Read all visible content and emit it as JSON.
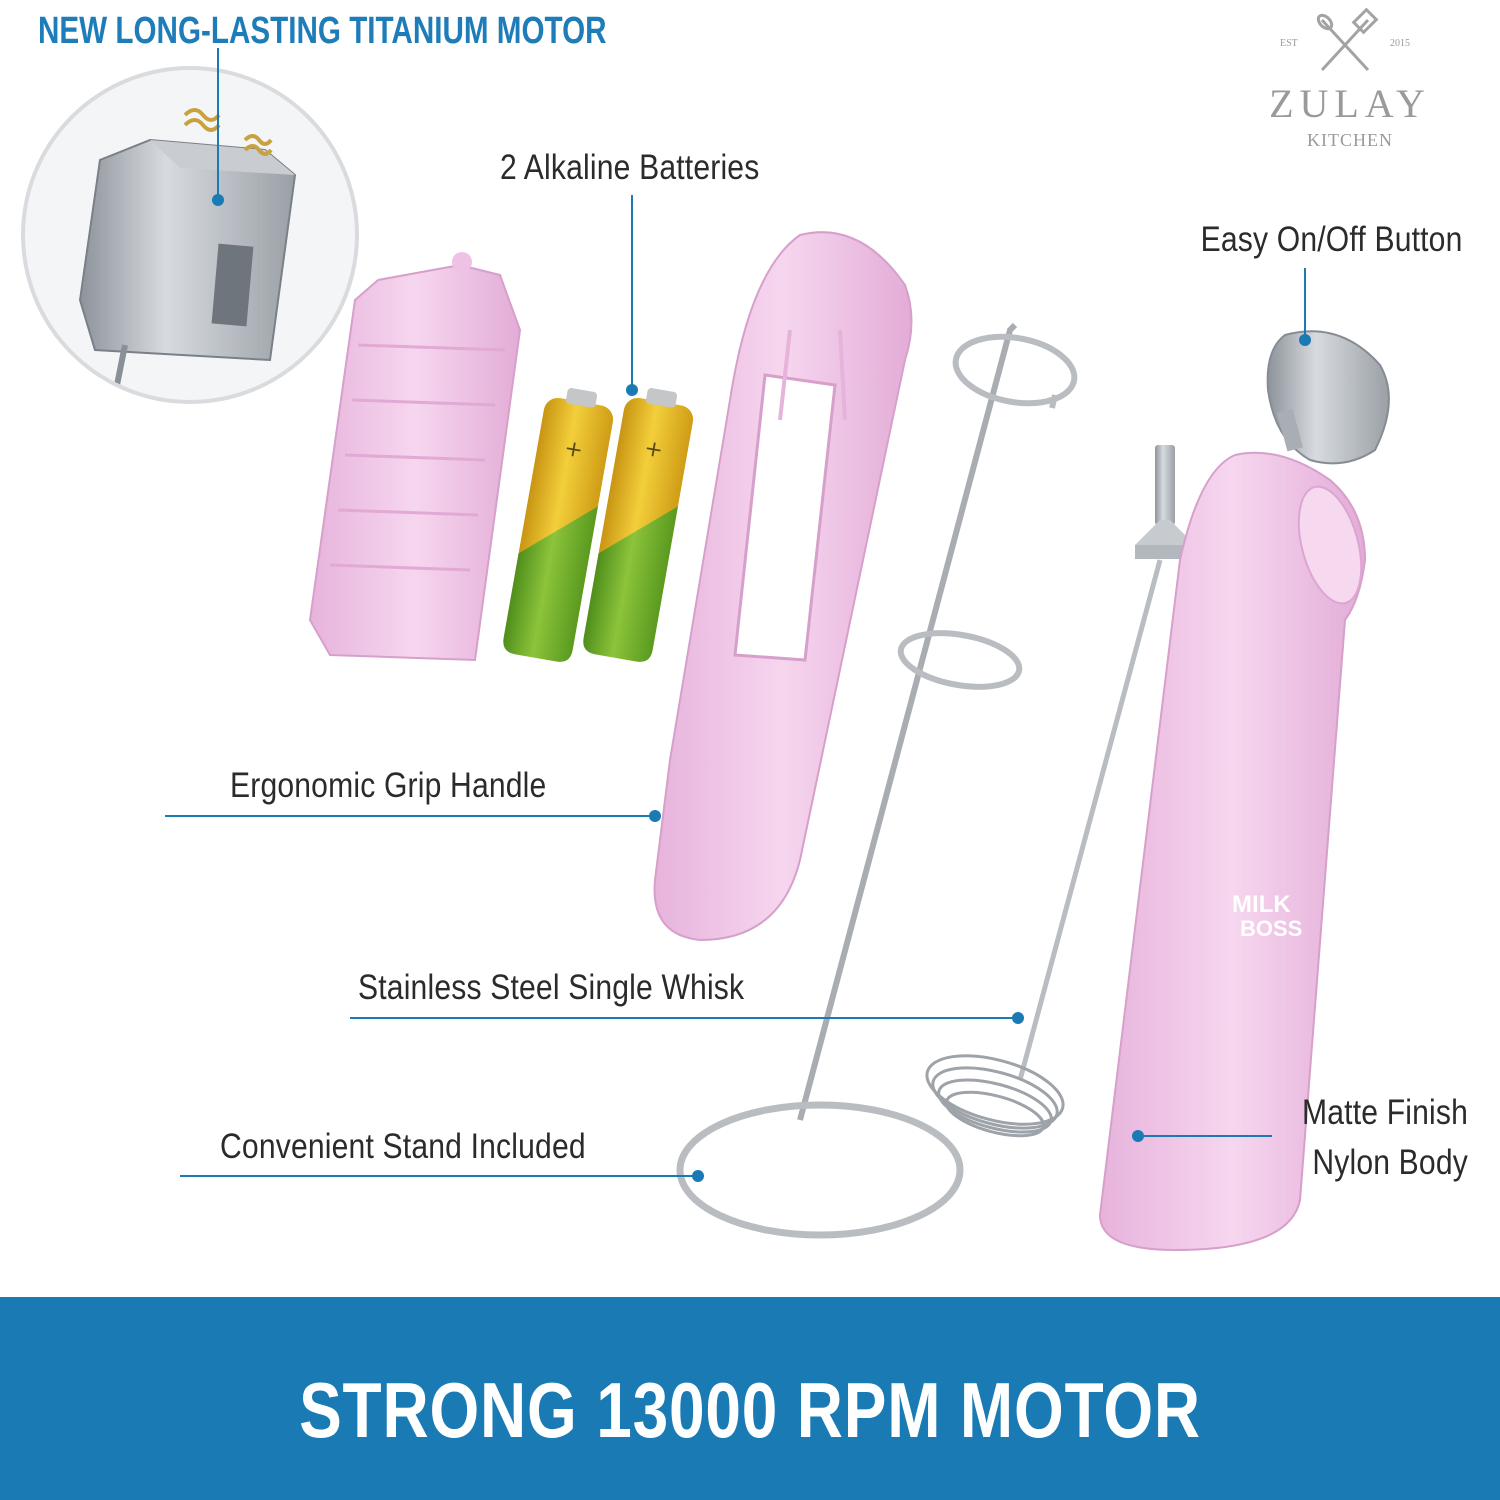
{
  "headline": "NEW LONG-LASTING TITANIUM MOTOR",
  "labels": {
    "batteries": "2 Alkaline Batteries",
    "button": "Easy On/Off Button",
    "grip": "Ergonomic Grip Handle",
    "whisk": "Stainless Steel Single Whisk",
    "stand": "Convenient Stand Included",
    "finish_line1": "Matte Finish",
    "finish_line2": "Nylon Body"
  },
  "logo": {
    "est": "EST",
    "year": "2015",
    "brand": "ZULAY",
    "sub": "KITCHEN"
  },
  "body_logo": {
    "line1": "MILK",
    "line2": "BOSS"
  },
  "battery_symbol": "+",
  "banner": "STRONG 13000 RPM MOTOR",
  "colors": {
    "accent": "#1a7ab4",
    "pink": "#f0c6e6",
    "battery_gold": "#e3b21e",
    "battery_green": "#6fae2c",
    "steel": "#c3c7cc"
  }
}
